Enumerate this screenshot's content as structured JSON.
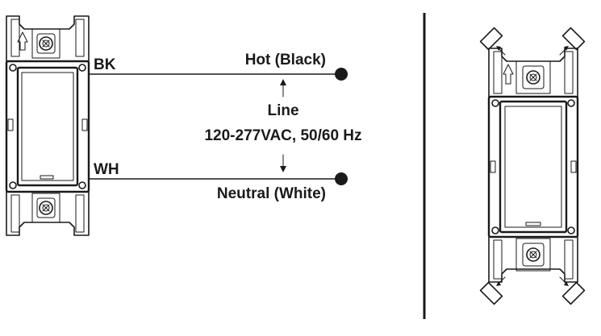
{
  "labels": {
    "bk": "BK",
    "wh": "WH",
    "hot": "Hot (Black)",
    "line": "Line",
    "voltage": "120-277VAC, 50/60 Hz",
    "neutral": "Neutral (White)"
  },
  "colors": {
    "ink": "#1a1a1a",
    "background": "#ffffff"
  }
}
